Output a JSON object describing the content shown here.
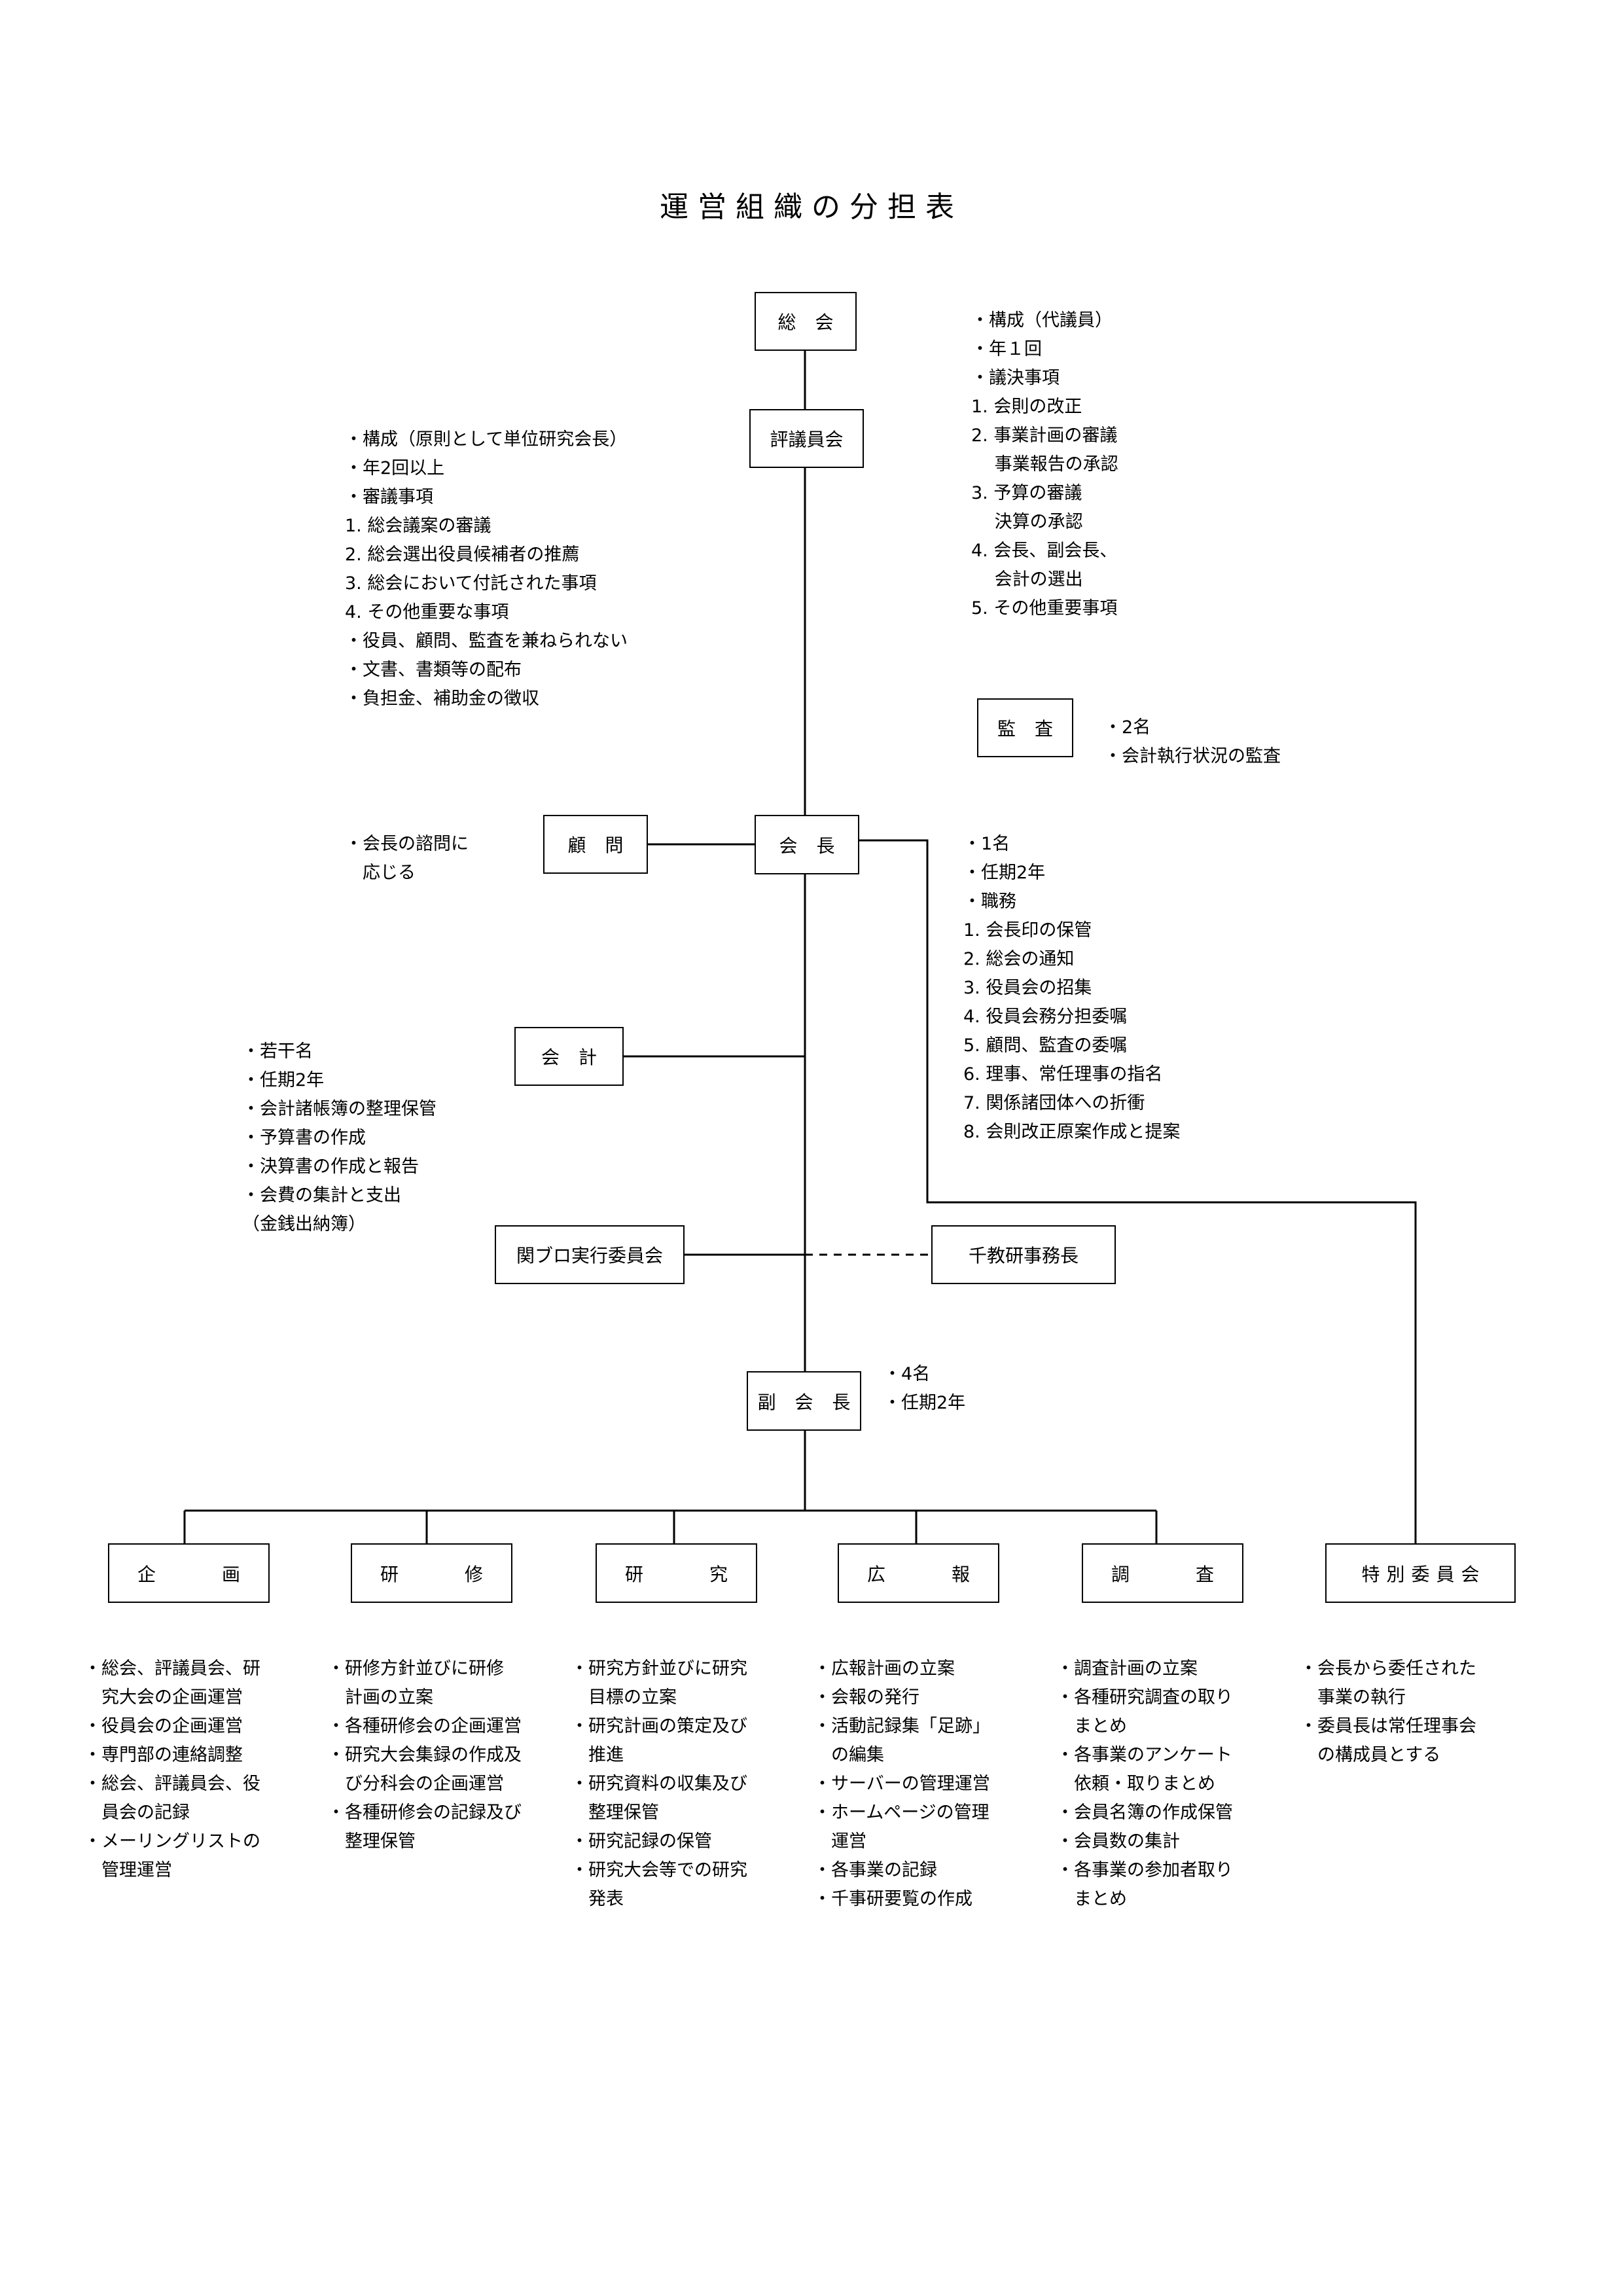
{
  "title": "運営組織の分担表",
  "nodes": {
    "soukai": "総 会",
    "hyogiinkai": "評議員会",
    "kansa": "監 査",
    "komon": "顧 問",
    "kaicho": "会 長",
    "kaikei": "会 計",
    "kanpuro": "関ブロ実行委員会",
    "senkyoken": "千教研事務長",
    "fukukaicho": "副 会 長",
    "kikaku": "企 画",
    "kenshu": "研 修",
    "kenkyu": "研 究",
    "koho": "広 報",
    "chosa": "調 査",
    "tokubetsu": "特別委員会"
  },
  "notes": {
    "soukai": [
      "・構成（代議員）",
      "・年１回",
      "・議決事項",
      "1. 会則の改正",
      "2. 事業計画の審議",
      "　 事業報告の承認",
      "3. 予算の審議",
      "　 決算の承認",
      "4. 会長、副会長、",
      "　 会計の選出",
      "5. その他重要事項"
    ],
    "hyogiinkai": [
      "・構成（原則として単位研究会長）",
      "・年2回以上",
      "・審議事項",
      "1. 総会議案の審議",
      "2. 総会選出役員候補者の推薦",
      "3. 総会において付託された事項",
      "4. その他重要な事項",
      "・役員、顧問、監査を兼ねられない",
      "・文書、書類等の配布",
      "・負担金、補助金の徴収"
    ],
    "kansa": [
      "・2名",
      "・会計執行状況の監査"
    ],
    "komon": [
      "・会長の諮問に",
      "　応じる"
    ],
    "kaicho": [
      "・1名",
      "・任期2年",
      "・職務",
      "1. 会長印の保管",
      "2. 総会の通知",
      "3. 役員会の招集",
      "4. 役員会務分担委嘱",
      "5. 顧問、監査の委嘱",
      "6. 理事、常任理事の指名",
      "7. 関係諸団体への折衝",
      "8. 会則改正原案作成と提案"
    ],
    "kaikei": [
      "・若干名",
      "・任期2年",
      "・会計諸帳簿の整理保管",
      "・予算書の作成",
      "・決算書の作成と報告",
      "・会費の集計と支出",
      "（金銭出納簿）"
    ],
    "fukukaicho": [
      "・4名",
      "・任期2年"
    ],
    "kikaku": [
      "・総会、評議員会、研",
      "　究大会の企画運営",
      "・役員会の企画運営",
      "・専門部の連絡調整",
      "・総会、評議員会、役",
      "　員会の記録",
      "・メーリングリストの",
      "　管理運営"
    ],
    "kenshu": [
      "・研修方針並びに研修",
      "　計画の立案",
      "・各種研修会の企画運営",
      "・研究大会集録の作成及",
      "　び分科会の企画運営",
      "・各種研修会の記録及び",
      "　整理保管"
    ],
    "kenkyu": [
      "・研究方針並びに研究",
      "　目標の立案",
      "・研究計画の策定及び",
      "　推進",
      "・研究資料の収集及び",
      "　整理保管",
      "・研究記録の保管",
      "・研究大会等での研究",
      "　発表"
    ],
    "koho": [
      "・広報計画の立案",
      "・会報の発行",
      "・活動記録集「足跡」",
      "　の編集",
      "・サーバーの管理運営",
      "・ホームページの管理",
      "　運営",
      "・各事業の記録",
      "・千事研要覧の作成"
    ],
    "chosa": [
      "・調査計画の立案",
      "・各種研究調査の取り",
      "　まとめ",
      "・各事業のアンケート",
      "　依頼・取りまとめ",
      "・会員名簿の作成保管",
      "・会員数の集計",
      "・各事業の参加者取り",
      "　まとめ"
    ],
    "tokubetsu": [
      "・会長から委任された",
      "　事業の執行",
      "・委員長は常任理事会",
      "　の構成員とする"
    ]
  }
}
